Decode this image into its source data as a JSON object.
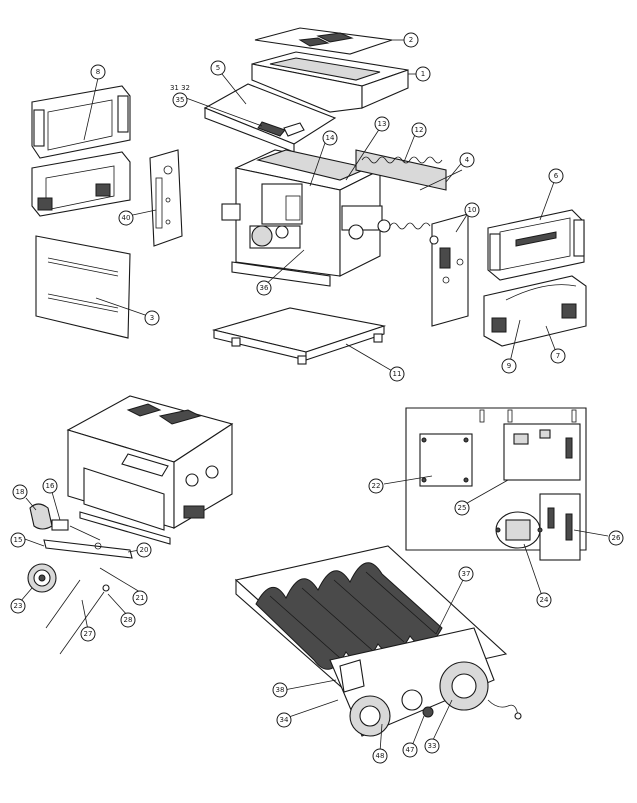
{
  "callouts": [
    {
      "id": "2",
      "label": "2"
    },
    {
      "id": "1",
      "label": "1"
    },
    {
      "id": "5",
      "label": "5"
    },
    {
      "id": "31-32",
      "label": "31 32"
    },
    {
      "id": "35",
      "label": "35"
    },
    {
      "id": "8",
      "label": "8"
    },
    {
      "id": "13",
      "label": "13"
    },
    {
      "id": "12",
      "label": "12"
    },
    {
      "id": "14",
      "label": "14"
    },
    {
      "id": "4",
      "label": "4"
    },
    {
      "id": "6",
      "label": "6"
    },
    {
      "id": "40",
      "label": "40"
    },
    {
      "id": "10",
      "label": "10"
    },
    {
      "id": "36",
      "label": "36"
    },
    {
      "id": "3",
      "label": "3"
    },
    {
      "id": "9",
      "label": "9"
    },
    {
      "id": "7",
      "label": "7"
    },
    {
      "id": "11",
      "label": "11"
    },
    {
      "id": "22",
      "label": "22"
    },
    {
      "id": "25",
      "label": "25"
    },
    {
      "id": "26",
      "label": "26"
    },
    {
      "id": "24",
      "label": "24"
    },
    {
      "id": "18",
      "label": "18"
    },
    {
      "id": "16",
      "label": "16"
    },
    {
      "id": "15",
      "label": "15"
    },
    {
      "id": "20",
      "label": "20"
    },
    {
      "id": "21",
      "label": "21"
    },
    {
      "id": "23",
      "label": "23"
    },
    {
      "id": "27",
      "label": "27"
    },
    {
      "id": "28",
      "label": "28"
    },
    {
      "id": "37",
      "label": "37"
    },
    {
      "id": "38",
      "label": "38"
    },
    {
      "id": "34",
      "label": "34"
    },
    {
      "id": "48",
      "label": "48"
    },
    {
      "id": "47",
      "label": "47"
    },
    {
      "id": "33",
      "label": "33"
    }
  ]
}
